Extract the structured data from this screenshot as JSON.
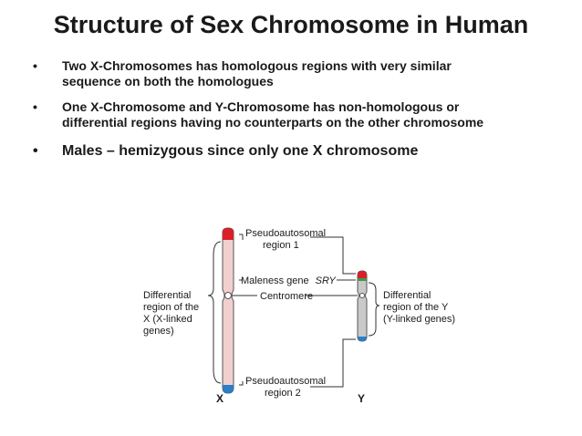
{
  "slide": {
    "title": "Structure of Sex Chromosome in Human",
    "bullet_marker": "•",
    "bullets": [
      {
        "line1": "Two X-Chromosomes has homologous regions with very similar",
        "line2": "sequence  on both the homologues"
      },
      {
        "line1": "One X-Chromosome and Y-Chromosome has non-homologous or",
        "line2": "differential regions having no counterparts on the other chromosome"
      },
      {
        "line1": "Males – hemizygous since only one X chromosome"
      }
    ]
  },
  "diagram": {
    "labels": {
      "par1_line1": "Pseudoautosomal",
      "par1_line2": "region 1",
      "maleness_gene": "Maleness gene",
      "sry": "SRY",
      "centromere": "Centromere",
      "par2_line1": "Pseudoautosomal",
      "par2_line2": "region 2",
      "diff_x_line1": "Differential",
      "diff_x_line2": "region of the",
      "diff_x_line3": "X (X-linked",
      "diff_x_line4": "genes)",
      "diff_y_line1": "Differential",
      "diff_y_line2": "region of the Y",
      "diff_y_line3": "(Y-linked genes)",
      "x_chromosome": "X",
      "y_chromosome": "Y"
    },
    "colors": {
      "x_body": "#f2cfcf",
      "y_body": "#c9c9c9",
      "par1": "#d9202a",
      "par2": "#2a7fc7",
      "sry_band": "#3c9a4a",
      "outline": "#555555",
      "leader_line": "#333333"
    }
  }
}
